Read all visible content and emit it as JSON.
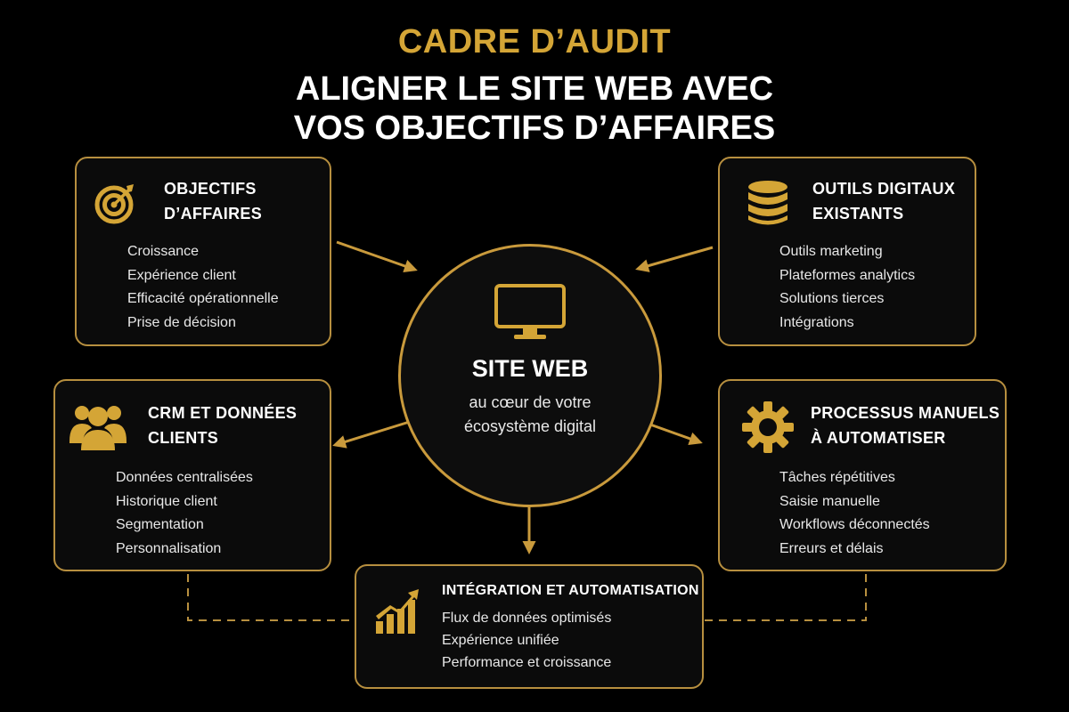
{
  "header": {
    "kicker": "CADRE D’AUDIT",
    "title_line1": "ALIGNER LE SITE WEB AVEC",
    "title_line2": "VOS OBJECTIFS D’AFFAIRES"
  },
  "hub": {
    "title": "SITE WEB",
    "subtitle_line1": "au cœur de votre",
    "subtitle_line2": "écosystème digital",
    "icon": "monitor-icon"
  },
  "cards": {
    "objectifs": {
      "title_line1": "OBJECTIFS",
      "title_line2": "D’AFFAIRES",
      "icon": "target-icon",
      "items": [
        "Croissance",
        "Expérience client",
        "Efficacité opérationnelle",
        "Prise de décision"
      ]
    },
    "outils": {
      "title_line1": "OUTILS DIGITAUX",
      "title_line2": "EXISTANTS",
      "icon": "database-icon",
      "items": [
        "Outils marketing",
        "Plateformes analytics",
        "Solutions tierces",
        "Intégrations"
      ]
    },
    "crm": {
      "title_line1": "CRM ET DONNÉES",
      "title_line2": "CLIENTS",
      "icon": "users-icon",
      "items": [
        "Données centralisées",
        "Historique client",
        "Segmentation",
        "Personnalisation"
      ]
    },
    "processus": {
      "title_line1": "PROCESSUS MANUELS",
      "title_line2": "À AUTOMATISER",
      "icon": "gear-icon",
      "items": [
        "Tâches répétitives",
        "Saisie manuelle",
        "Workflows déconnectés",
        "Erreurs et délais"
      ]
    },
    "integration": {
      "title": "INTÉGRATION ET AUTOMATISATION",
      "icon": "growth-chart-icon",
      "items": [
        "Flux de données optimisés",
        "Expérience unifiée",
        "Performance et croissance"
      ]
    }
  },
  "colors": {
    "accent": "#d4a536",
    "border": "#b78f3f",
    "background": "#000000",
    "text": "#ffffff"
  }
}
